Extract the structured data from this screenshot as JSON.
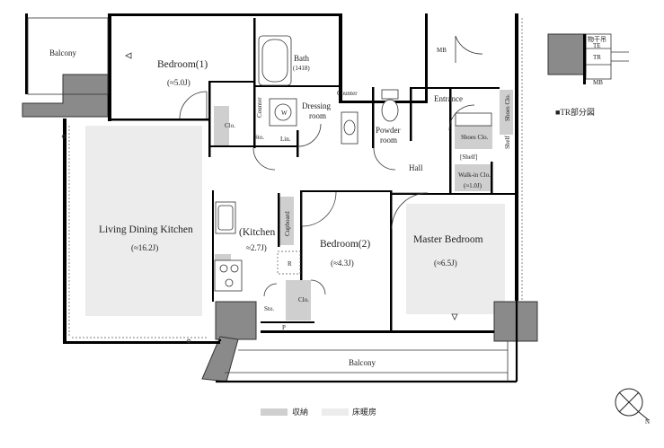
{
  "rooms": {
    "balcony_top": "Balcony",
    "bedroom1_name": "Bedroom(1)",
    "bedroom1_size": "(≈5.0J)",
    "bath": "Bath",
    "bath_size": "(1418)",
    "dressing_1": "Dressing",
    "dressing_2": "room",
    "counter_vertical": "Counter",
    "counter_horizontal": "Counter",
    "washer": "W",
    "linen": "Lin.",
    "clo_b1": "Clo.",
    "storage_b1": "Sto.",
    "powder_1": "Powder",
    "powder_2": "room",
    "entrance": "Entrance",
    "shoes_clo_vertical": "Shoes Clo.",
    "shoes_clo": "Shoes Clo.",
    "shelf_vertical": "Shelf",
    "shelf": "[Shelf]",
    "walkin": "Walk-in Clo.",
    "walkin_size": "(≈1.0J)",
    "hall": "Hall",
    "mb_top": "MB",
    "ldk_name": "Living Dining Kitchen",
    "ldk_size": "(≈16.2J)",
    "kitchen_name": "(Kitchen",
    "kitchen_size": "≈2.7J)",
    "cupboard": "Cupboard",
    "refrigerator": "R",
    "bedroom2_name": "Bedroom(2)",
    "bedroom2_size": "(≈4.3J)",
    "clo_b2": "Clo.",
    "storage_k": "Sto.",
    "pipe": "P",
    "master_name": "Master Bedroom",
    "master_size": "(≈6.5J)",
    "balcony_bottom": "Balcony"
  },
  "tr_inset": {
    "title": "■TR部分図",
    "label_1": "物干吊",
    "label_2": "TE",
    "tr": "TR",
    "mb": "MB"
  },
  "legend": {
    "storage": "収納",
    "floor_heating": "床暖房"
  },
  "compass": {
    "north_symbol": "N"
  }
}
